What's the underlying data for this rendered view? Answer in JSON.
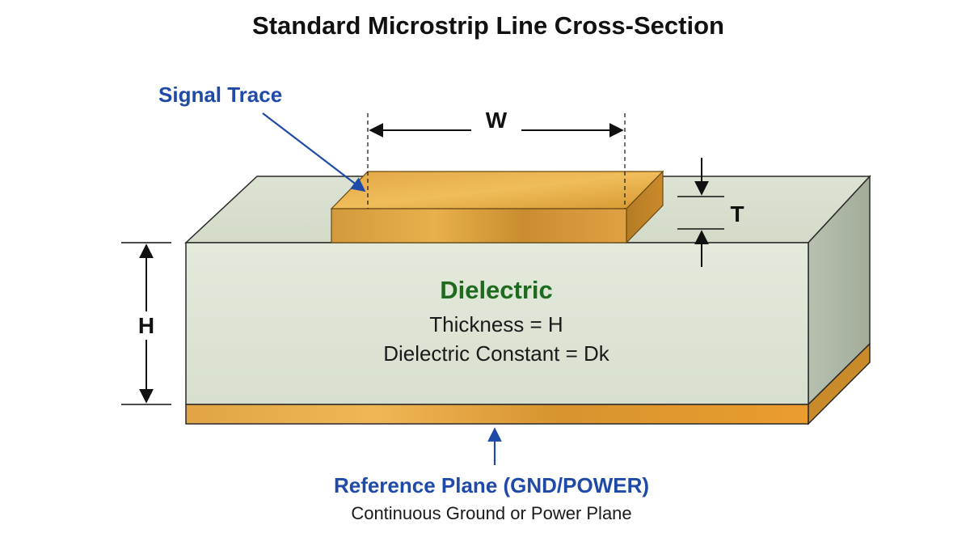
{
  "title": "Standard Microstrip Line Cross-Section",
  "signal_trace_label": "Signal Trace",
  "width_label": "W",
  "thickness_label": "T",
  "height_label": "H",
  "dielectric": {
    "title": "Dielectric",
    "thickness_text": "Thickness = H",
    "constant_text": "Dielectric Constant = Dk"
  },
  "reference_plane": {
    "title": "Reference Plane (GND/POWER)",
    "subtitle": "Continuous Ground or Power Plane"
  },
  "colors": {
    "dielectric_front": "#dfe6d7",
    "dielectric_top": "#d6ddcc",
    "dielectric_side": "#a9b3a1",
    "copper": "#d9a03a",
    "callout_blue": "#1f4aa8",
    "dielectric_green": "#1e6a1e"
  }
}
